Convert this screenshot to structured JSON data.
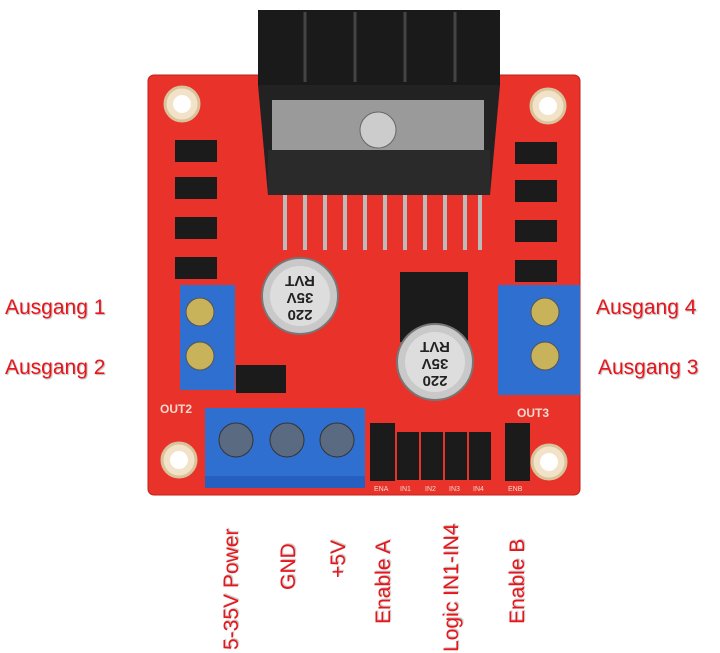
{
  "labels": {
    "out1": "Ausgang 1",
    "out2": "Ausgang 2",
    "out4": "Ausgang 4",
    "out3": "Ausgang 3",
    "power": "5-35V Power",
    "gnd": "GND",
    "v5": "+5V",
    "ena": "Enable A",
    "logic": "Logic IN1-IN4",
    "enb": "Enable B"
  },
  "silkscreen": {
    "out2": "OUT2",
    "out3": "OUT3",
    "pins": [
      "ENA",
      "IN1",
      "IN2",
      "IN3",
      "IN4",
      "ENB"
    ]
  },
  "capacitor": {
    "line1": "220",
    "line2": "35V",
    "line3": "RVT"
  },
  "colors": {
    "board": "#e8322a",
    "terminal": "#2f6fd0",
    "label": "#e8151b",
    "heatsink": "#1a1a1a"
  }
}
